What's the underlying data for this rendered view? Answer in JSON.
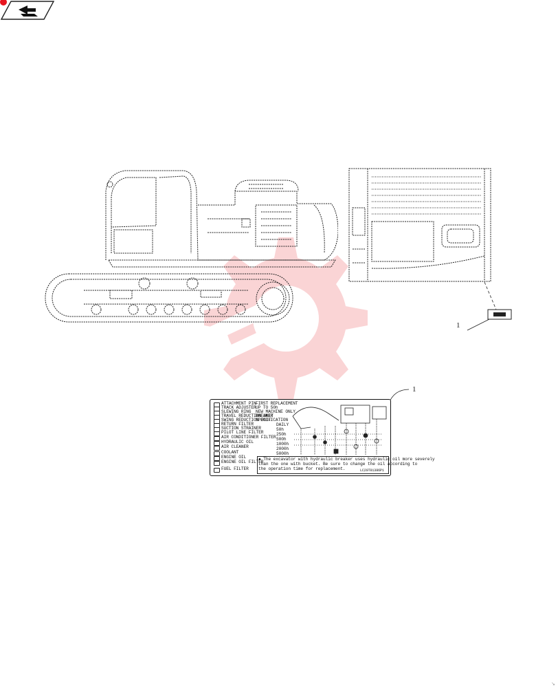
{
  "callouts": {
    "panel_ref": "1",
    "label_ref": "1"
  },
  "label": {
    "left_items": [
      "ATTACHMENT PIN",
      "TRACK ADJUSTER",
      "SLEWING RING",
      "TRAVEL REDUCTION UNIT",
      "SWING REDUCTION UNIT",
      "RETURN FILTER",
      "SUCTION STRAINER",
      "PILOT LINE FILTER",
      "AIR CONDITIONER FILTER",
      "HYDRAULIC OIL",
      "AIR CLEANER",
      "COOLANT",
      "ENGINE OIL",
      "ENGINE OIL FILTER",
      "FUEL FILTER"
    ],
    "legend_items": [
      "FIRST REPLACEMENT",
      "UP TO 50h",
      "NEW MACHINE ONLY",
      "BREAKER",
      "SPECIFICATION"
    ],
    "intervals": [
      "DAILY",
      "50h",
      "250h",
      "500h",
      "1000h",
      "2000h",
      "5000h"
    ],
    "note": "The excavator with hydraulic breaker uses hydraulic oil more severely than the one with bucket. Be sure to change the oil according to the operation time for replacement.",
    "note_lines": [
      "The excavator with hydraulic breaker uses hydraulic oil more severely",
      "than the one with bucket. Be sure to change the oil according to",
      "the operation time for replacement."
    ],
    "part_code": "LC20T01386P1"
  },
  "colors": {
    "line": "#222222",
    "watermark": "#e8161f",
    "badge_red": "#e8161f"
  },
  "icons": [
    "back-arrow-icon",
    "lubrication-label-icon"
  ]
}
